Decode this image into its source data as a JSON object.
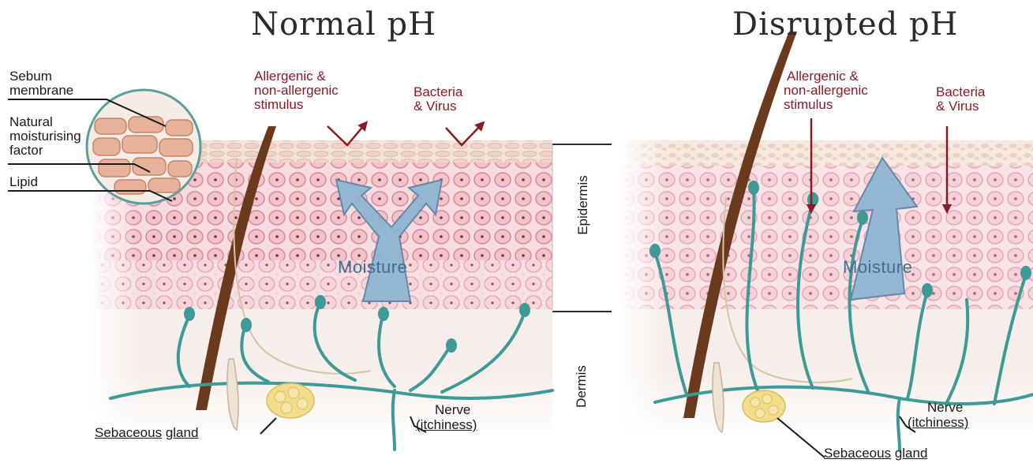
{
  "left_panel": {
    "title": "Normal pH",
    "labels": {
      "sebum_line1": "Sebum",
      "sebum_line2": "membrane",
      "nmf_line1": "Natural",
      "nmf_line2": "moisturising",
      "nmf_line3": "factor",
      "lipid": "Lipid",
      "allergen_line1": "Allergenic &",
      "allergen_line2": "non-allergenic",
      "allergen_line3": "stimulus",
      "bacteria_line1": "Bacteria",
      "bacteria_line2": "& Virus",
      "moisture": "Moisture",
      "nerve_line1": "Nerve",
      "nerve_line2": "(itchiness)",
      "sebaceous_word1": "Sebaceous",
      "sebaceous_word2": "gland"
    }
  },
  "layer_labels": {
    "epidermis": "Epidermis",
    "dermis": "Dermis"
  },
  "right_panel": {
    "title": "Disrupted pH",
    "labels": {
      "allergen_line1": "Allergenic &",
      "allergen_line2": "non-allergenic",
      "allergen_line3": "stimulus",
      "bacteria_line1": "Bacteria",
      "bacteria_line2": "& Virus",
      "moisture": "Moisture",
      "nerve_line1": "Nerve",
      "nerve_line2": "(itchiness)",
      "sebaceous_word1": "Sebaceous",
      "sebaceous_word2": "gland"
    }
  },
  "colors": {
    "skin_surface": "#f1e0d4",
    "epidermis_cells": "#f2c9cf",
    "cell_outline": "#d98a98",
    "dermis": "#f6eeea",
    "hair": "#6b3a1c",
    "nerve": "#3d9a97",
    "moisture_arrow": "#8fb6d2",
    "label_red": "#8c1a24",
    "gland": "#f3dc8c"
  }
}
